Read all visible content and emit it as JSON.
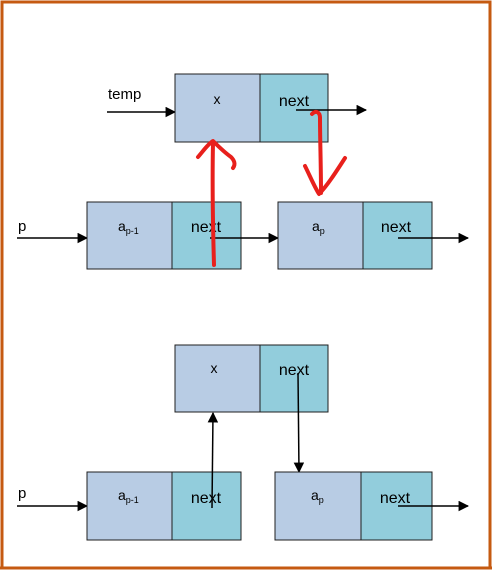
{
  "colors": {
    "border": "#C55A11",
    "data_cell": "#B8CCE4",
    "next_cell": "#92CDDC",
    "cell_stroke": "#1F1F1F",
    "arrow": "#000000",
    "annotation": "#E8201C"
  },
  "top_diagram": {
    "temp_label": "temp",
    "new_node": {
      "data": "x",
      "next": "next"
    },
    "p_label": "p",
    "node_prev": {
      "data_base": "a",
      "data_sub": "p-1",
      "next": "next"
    },
    "node_p": {
      "data_base": "a",
      "data_sub": "p",
      "next": "next"
    }
  },
  "bottom_diagram": {
    "new_node": {
      "data": "x",
      "next": "next"
    },
    "p_label": "p",
    "node_prev": {
      "data_base": "a",
      "data_sub": "p-1",
      "next": "next"
    },
    "node_p": {
      "data_base": "a",
      "data_sub": "p",
      "next": "next"
    }
  }
}
